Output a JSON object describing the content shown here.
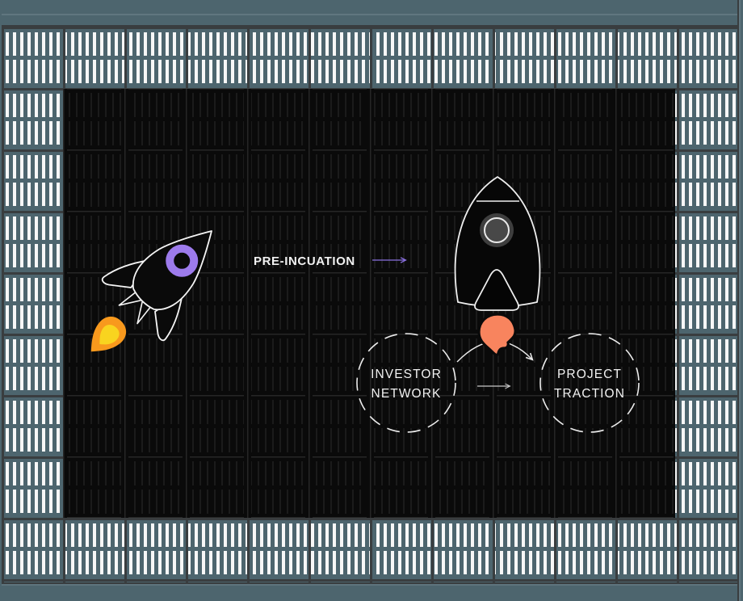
{
  "artboard": {
    "border_color": "#4d656e",
    "canvas_color": "#0a0a0a",
    "stage": {
      "label": "PRE-INCUATION",
      "arrow_color": "#8a70e0"
    },
    "flow": {
      "nodes": [
        {
          "line1": "INVESTOR",
          "line2": "NETWORK"
        },
        {
          "line1": "PROJECT",
          "line2": "TRACTION"
        }
      ],
      "connector_color": "#e9e9e9",
      "between_arrow_color": "#c8c8c8"
    },
    "rocket_tilted": {
      "outline_color": "#f5f5f5",
      "window_ring_color": "#9d7bec",
      "flame_outer_color": "#f8991d",
      "flame_inner_color": "#f9d41f"
    },
    "rocket_vertical": {
      "outline_color": "#efefef",
      "window_outer_fill": "#3e3e3e",
      "window_inner_fill": "#484848"
    },
    "drop_color": "#f8845e",
    "text_color": "#f2f2f2"
  }
}
